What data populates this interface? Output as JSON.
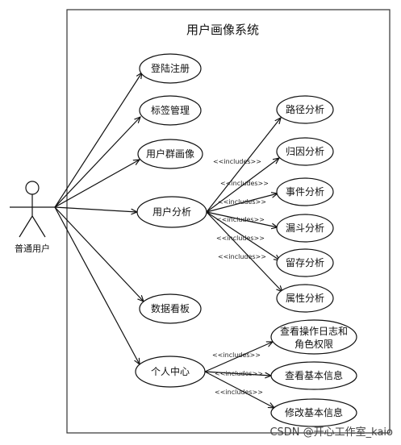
{
  "system": {
    "title": "用户画像系统"
  },
  "actor": {
    "name": "普通用户"
  },
  "use_cases": [
    {
      "id": "uc1",
      "label": "登陆注册"
    },
    {
      "id": "uc2",
      "label": "标签管理"
    },
    {
      "id": "uc3",
      "label": "用户群画像"
    },
    {
      "id": "uc4",
      "label": "用户分析"
    },
    {
      "id": "uc5",
      "label": "数据看板"
    },
    {
      "id": "uc6",
      "label": "个人中心"
    }
  ],
  "analysis_cases": [
    {
      "id": "a1",
      "label": "路径分析"
    },
    {
      "id": "a2",
      "label": "归因分析"
    },
    {
      "id": "a3",
      "label": "事件分析"
    },
    {
      "id": "a4",
      "label": "漏斗分析"
    },
    {
      "id": "a5",
      "label": "留存分析"
    },
    {
      "id": "a6",
      "label": "属性分析"
    }
  ],
  "profile_cases": [
    {
      "id": "p1",
      "lines": [
        "查看操作日志和",
        "角色权限"
      ]
    },
    {
      "id": "p2",
      "lines": [
        "查看基本信息"
      ]
    },
    {
      "id": "p3",
      "lines": [
        "修改基本信息"
      ]
    }
  ],
  "include_label": "<<includes>>",
  "watermark": "CSDN @开心工作室_kaio"
}
